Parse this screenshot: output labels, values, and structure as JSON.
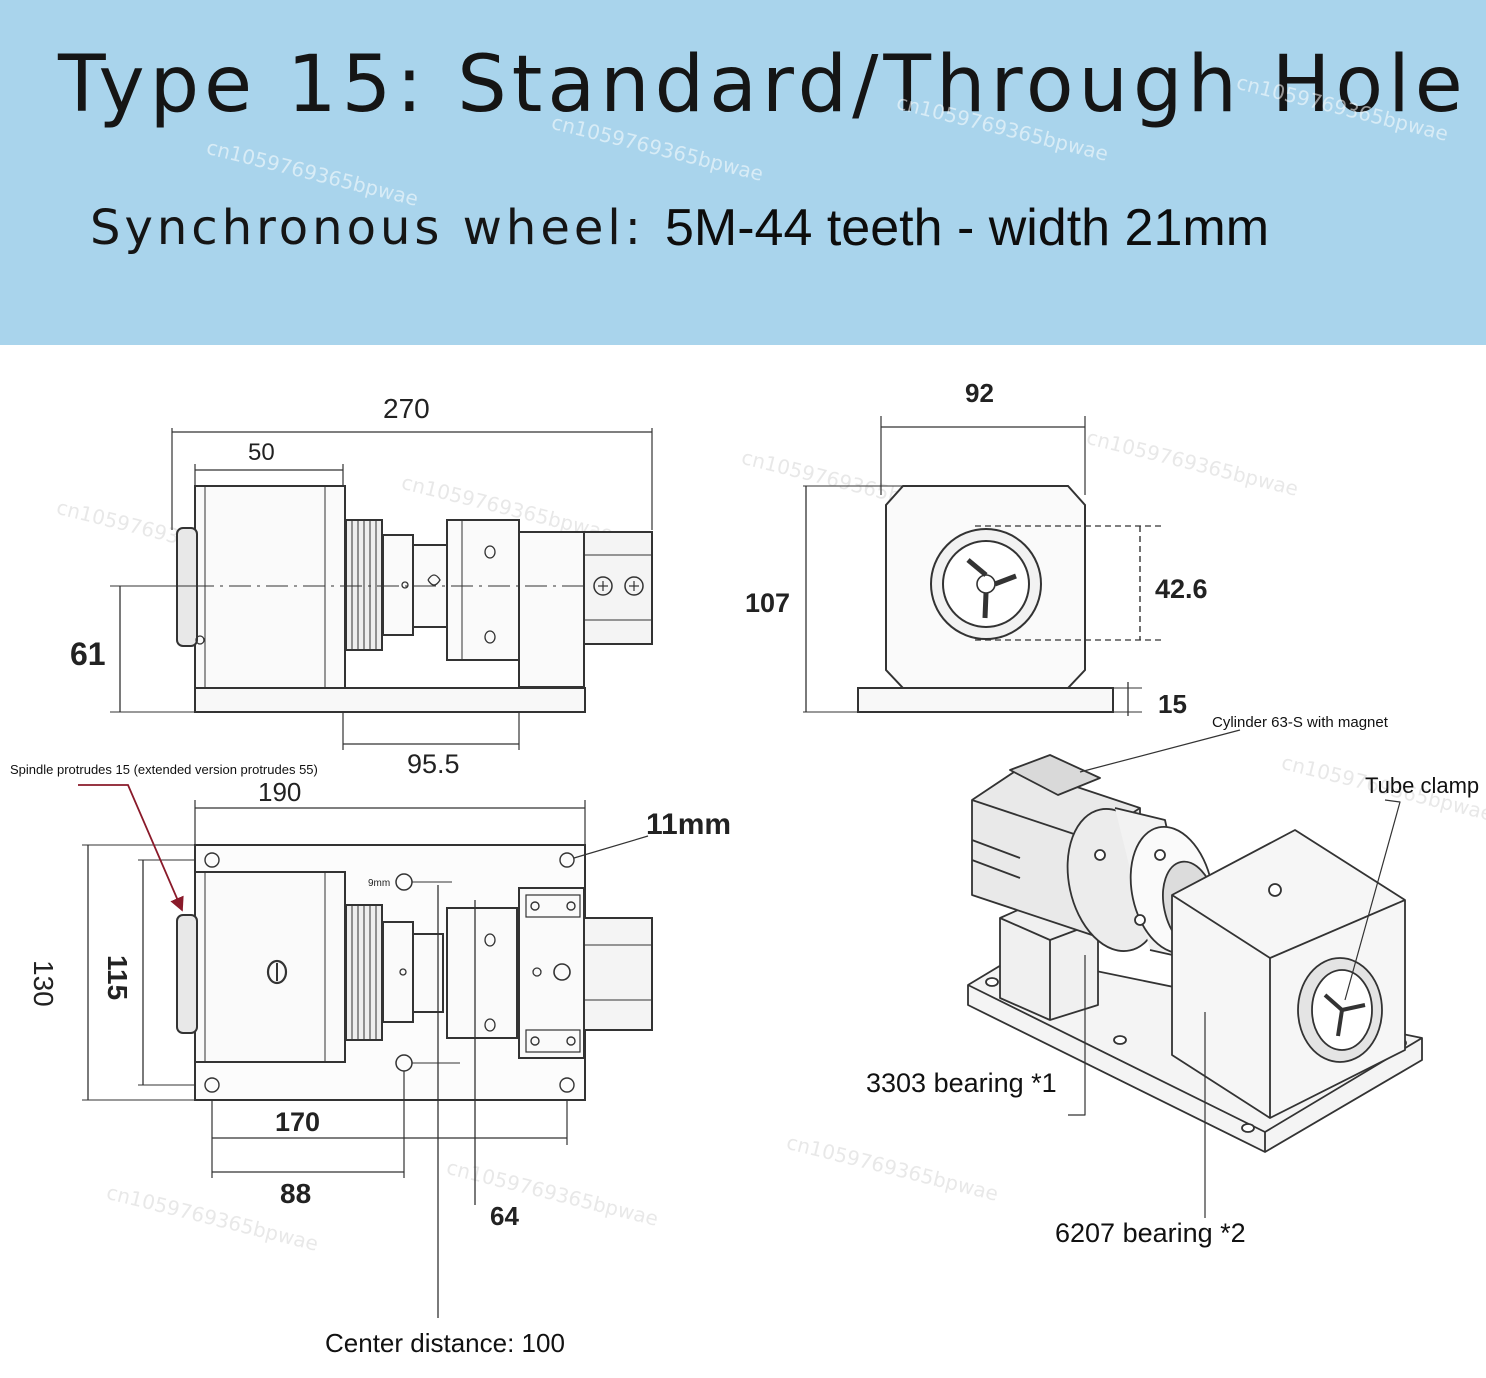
{
  "header": {
    "title": "Type 15: Standard/Through Hole",
    "subtitle_label": "Synchronous wheel:",
    "subtitle_value": "5M-44 teeth - width 21mm"
  },
  "watermark": "cn1059769365bpwae",
  "side_view": {
    "dim_total_length": "270",
    "dim_motor_length": "50",
    "dim_center_height": "61",
    "dim_base_offset": "95.5"
  },
  "end_view": {
    "dim_width": "92",
    "dim_height": "107",
    "dim_clamp_diameter": "42.6",
    "dim_base_thickness": "15"
  },
  "top_view": {
    "spindle_note": "Spindle protrudes 15 (extended version protrudes 55)",
    "dim_length": "190",
    "dim_hole": "11mm",
    "dim_width": "130",
    "dim_inner_width": "115",
    "dim_hole_spacing": "170",
    "dim_88": "88",
    "dim_64": "64",
    "small_hole": "9mm",
    "center_distance": "Center distance: 100"
  },
  "iso_view": {
    "cylinder_label": "Cylinder  63-S with magnet",
    "tube_clamp_label": "Tube clamp",
    "bearing_3303_label": "3303 bearing *1",
    "bearing_6207_label": "6207 bearing *2"
  }
}
